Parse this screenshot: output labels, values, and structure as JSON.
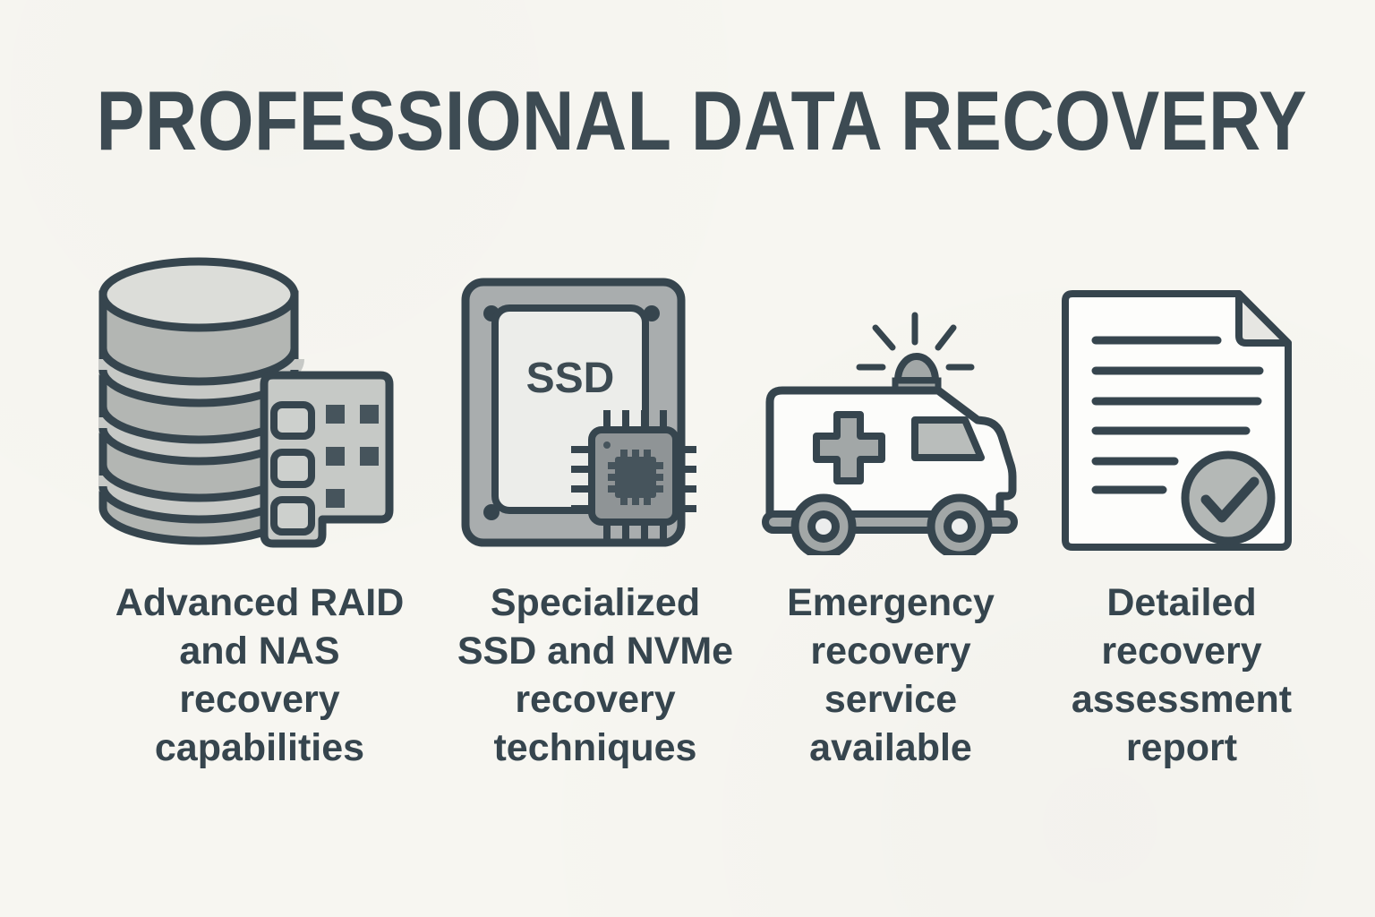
{
  "title": "PROFESSIONAL DATA RECOVERY",
  "palette": {
    "background": "#f7f6f1",
    "ink": "#36454e",
    "title_ink": "#3d4b53",
    "gray_light": "#dcddd9",
    "gray_mid": "#b3b6b3",
    "gray_band": "#c7c9c6",
    "panel": "#c6c9c6",
    "panel_cell": "#cdd0cd",
    "ssd_frame": "#a9adae",
    "ssd_label_bg": "#ecedea",
    "chip": "#8f9496",
    "chip_core": "#46545c",
    "vehicle_white": "#fcfcfa",
    "accent_gray": "#a2a7a7",
    "window_gray": "#b9bdbb",
    "fold": "#e6e6e2",
    "badge_gray": "#b4b8b6",
    "page_white": "#fdfdfb",
    "hub_light": "#eceded"
  },
  "features": [
    {
      "icon": "database-raid-icon",
      "caption": "Advanced RAID\nand NAS\nrecovery\ncapabilities"
    },
    {
      "icon": "ssd-chip-icon",
      "label": "SSD",
      "caption": "Specialized\nSSD and NVMe\nrecovery\ntechniques"
    },
    {
      "icon": "ambulance-icon",
      "caption": "Emergency\nrecovery\nservice\navailable"
    },
    {
      "icon": "document-check-icon",
      "caption": "Detailed\nrecovery\nassessment\nreport"
    }
  ]
}
